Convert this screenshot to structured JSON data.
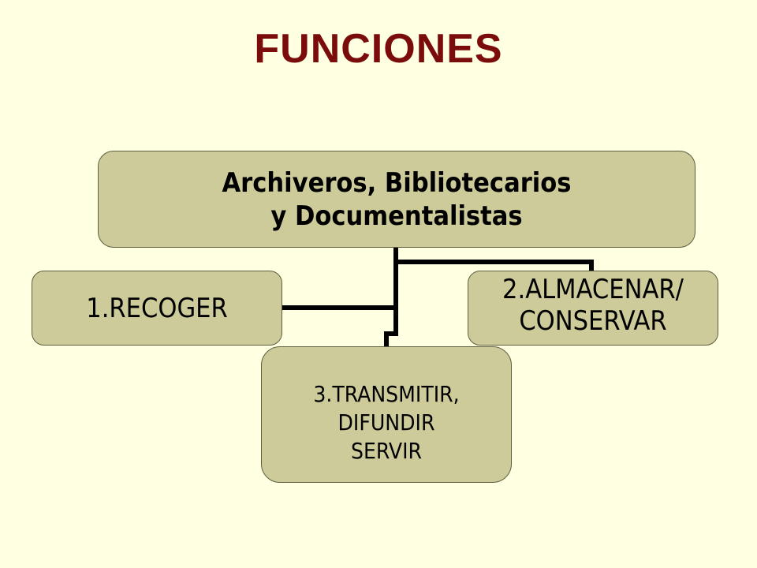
{
  "title": "FUNCIONES",
  "diagram": {
    "root": {
      "lines": [
        "Archiveros, Bibliotecarios",
        "y Documentalistas"
      ]
    },
    "nodes": {
      "recoger": {
        "lines": [
          "1.RECOGER"
        ]
      },
      "almacenar": {
        "lines": [
          "2.ALMACENAR/",
          "CONSERVAR"
        ]
      },
      "transmitir": {
        "lines": [
          "3.TRANSMITIR,",
          "DIFUNDIR",
          "SERVIR"
        ]
      }
    }
  },
  "colors": {
    "background": "#ffffe1",
    "title": "#7b0c0c",
    "box_fill": "#cdcb9a",
    "connector": "#000000"
  }
}
